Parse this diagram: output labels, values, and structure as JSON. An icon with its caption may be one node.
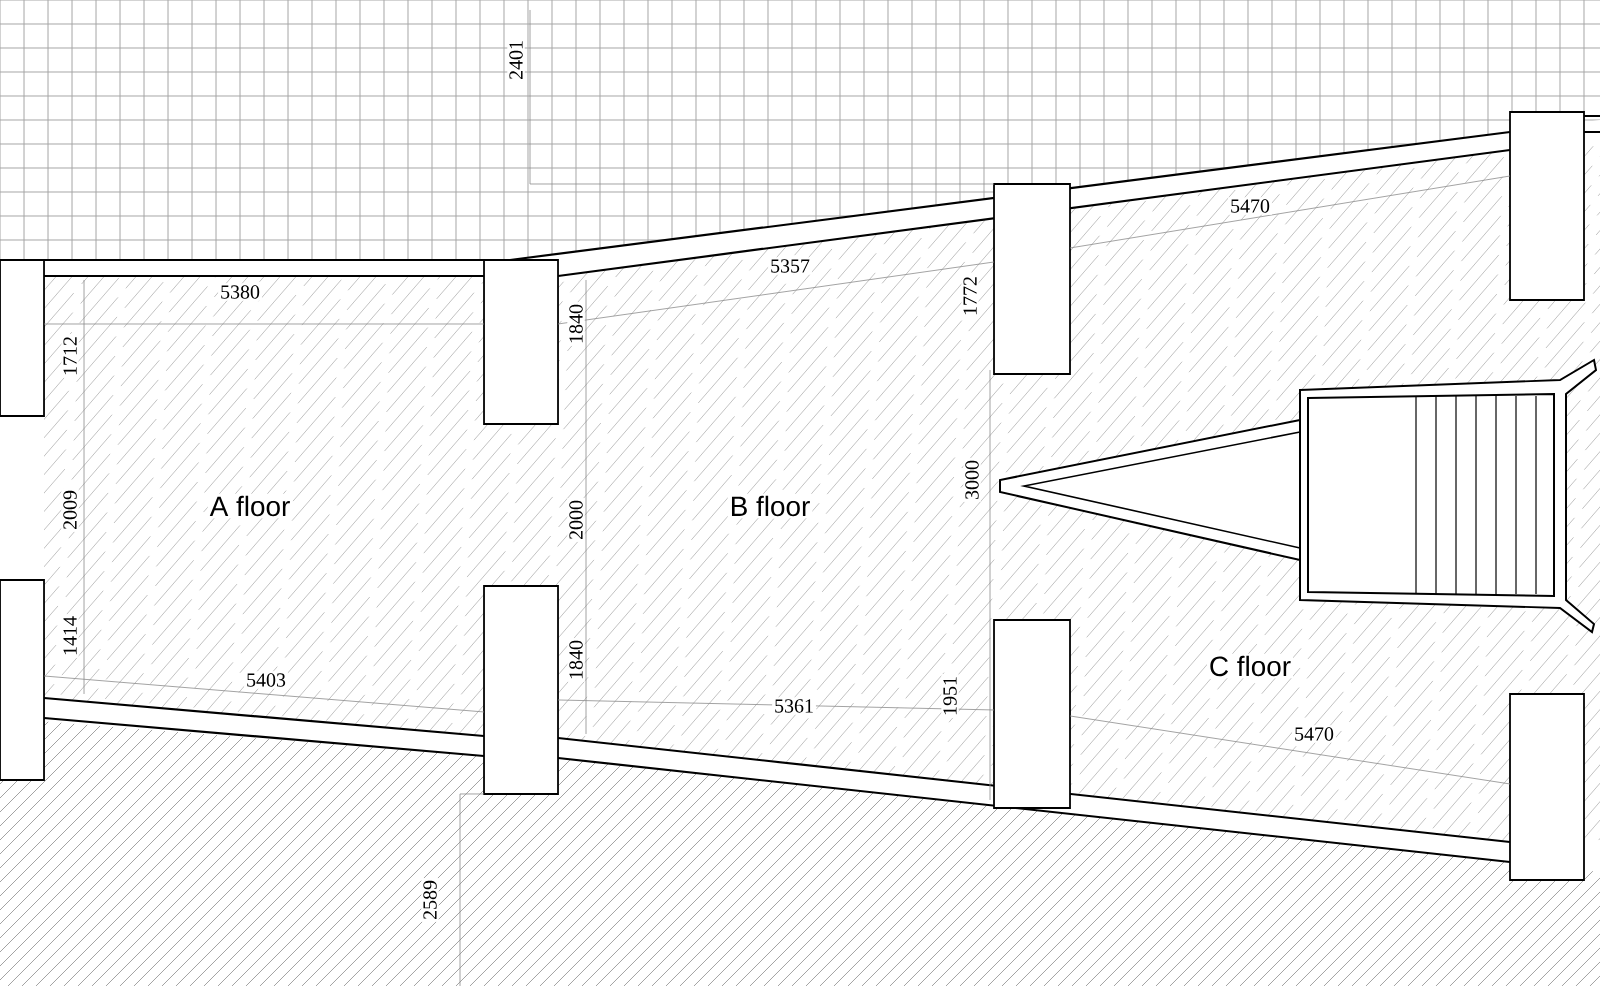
{
  "diagram": {
    "labels": [
      "2401",
      "5470",
      "5357",
      "5380",
      "1712",
      "1840",
      "1772",
      "2009",
      "A floor",
      "2000",
      "B floor",
      "3000",
      "1414",
      "5403",
      "1840",
      "5361",
      "1951",
      "C floor",
      "5470",
      "2589"
    ]
  }
}
